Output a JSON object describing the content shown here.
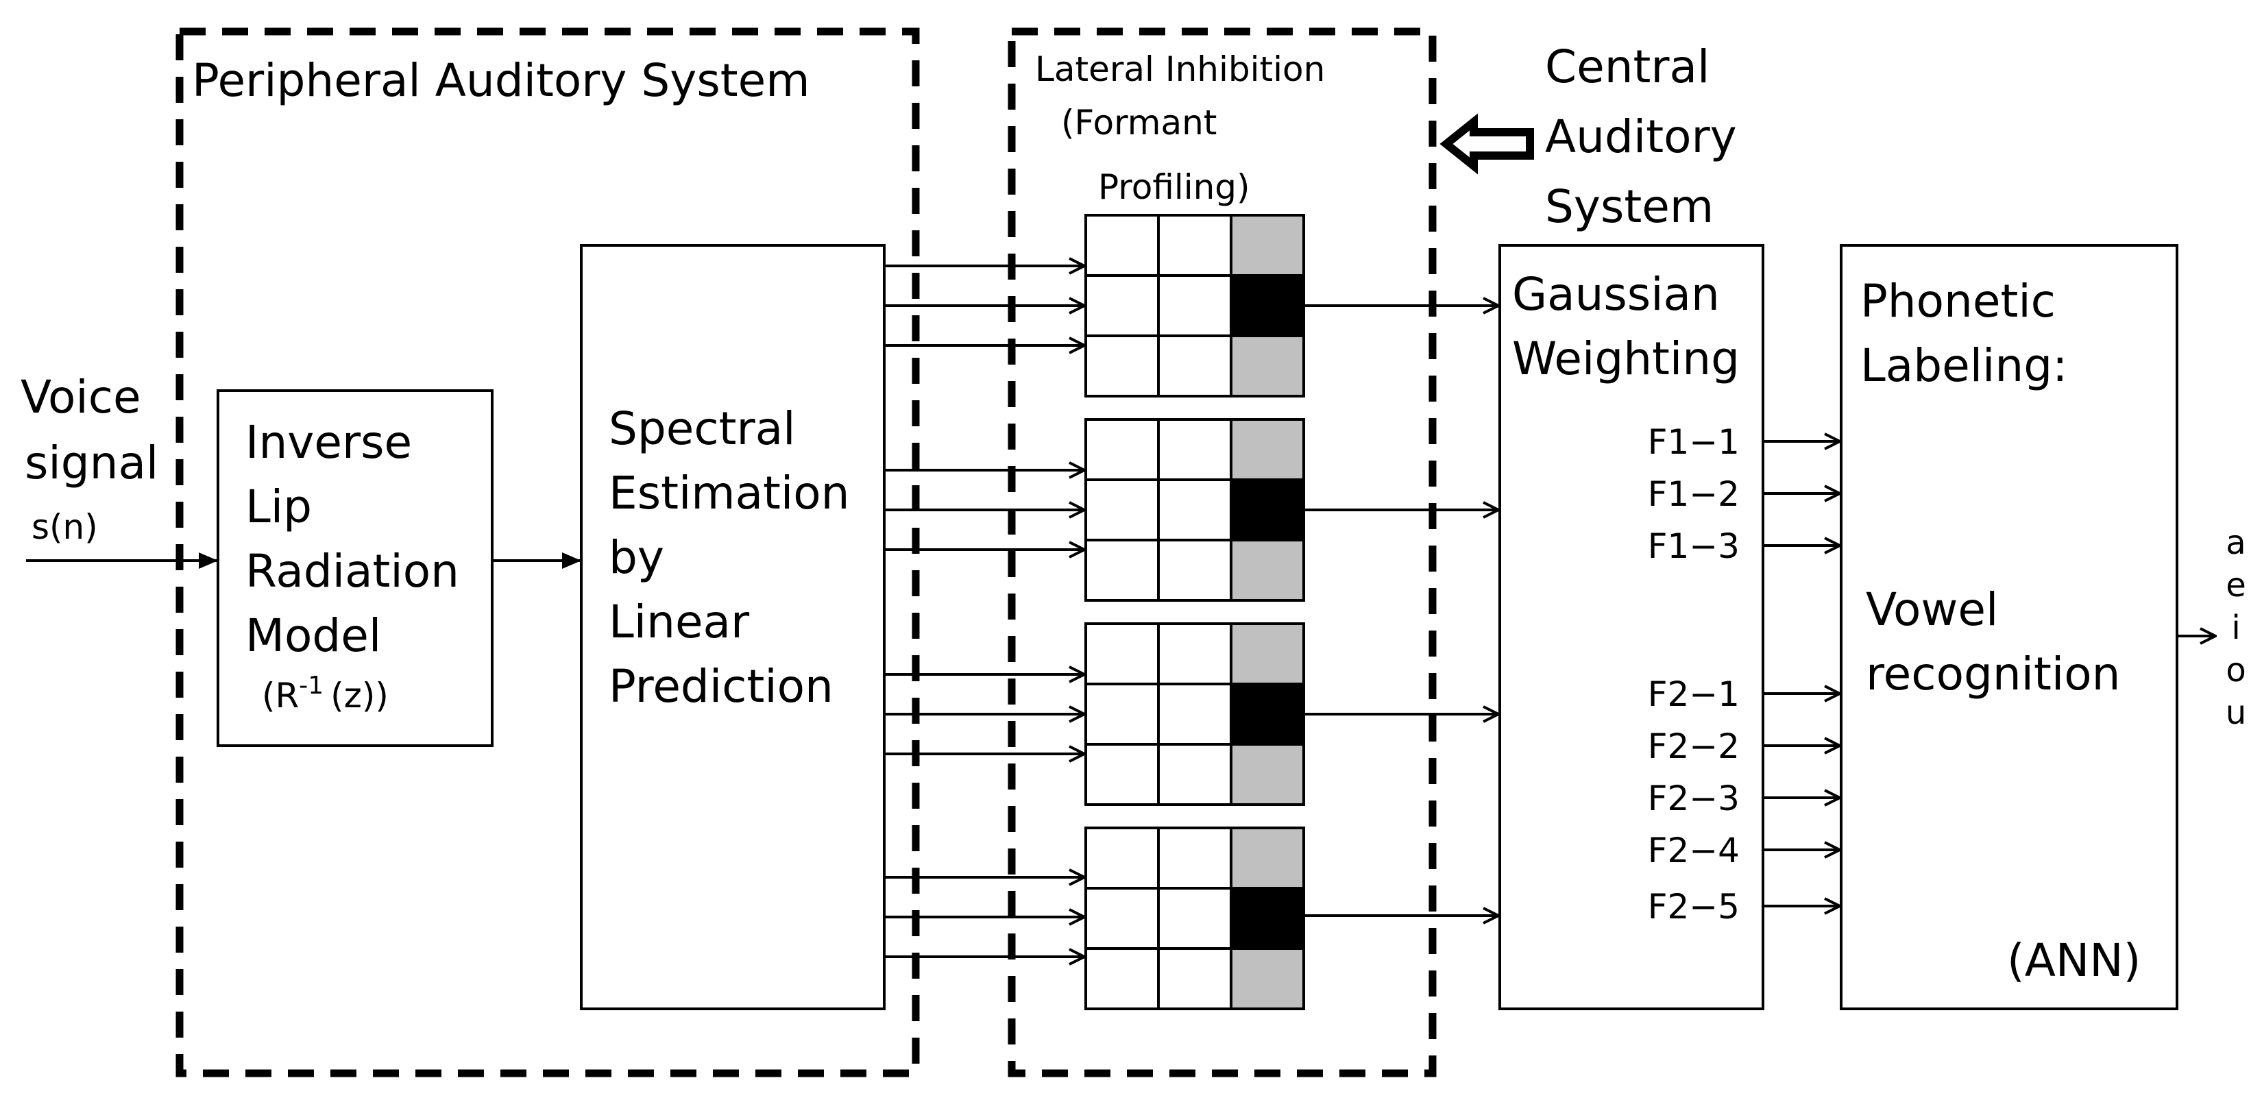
{
  "input": {
    "lines": [
      "Voice",
      "signal",
      "s(n)"
    ]
  },
  "groups": {
    "peripheral": {
      "title": "Peripheral Auditory System"
    },
    "lateral": {
      "lines": [
        "Lateral Inhibition",
        "(Formant",
        "Profiling)"
      ]
    },
    "central": {
      "lines": [
        "Central",
        "Auditory",
        "System"
      ]
    }
  },
  "blocks": {
    "lip": {
      "lines": [
        "Inverse",
        "Lip",
        "Radiation",
        "Model"
      ],
      "formula_base": "(R",
      "formula_sup": "-1",
      "formula_tail": "(z))"
    },
    "spectral": {
      "lines": [
        "Spectral",
        "Estimation",
        "by",
        "Linear",
        "Prediction"
      ]
    },
    "gaussian": {
      "lines": [
        "Gaussian",
        "Weighting"
      ]
    },
    "phonetic": {
      "lines": [
        "Phonetic",
        "Labeling:"
      ],
      "body_lines": [
        "Vowel",
        "recognition"
      ],
      "footer": "(ANN)"
    }
  },
  "formant_cells": {
    "colors": {
      "dark": "#000000",
      "light": "#c0c0c0",
      "empty": "#ffffff"
    }
  },
  "features": [
    {
      "label": "F1−1"
    },
    {
      "label": "F1−2"
    },
    {
      "label": "F1−3"
    },
    {
      "label": "F2−1"
    },
    {
      "label": "F2−2"
    },
    {
      "label": "F2−3"
    },
    {
      "label": "F2−4"
    },
    {
      "label": "F2−5"
    }
  ],
  "outputs": [
    "a",
    "e",
    "i",
    "o",
    "u"
  ]
}
